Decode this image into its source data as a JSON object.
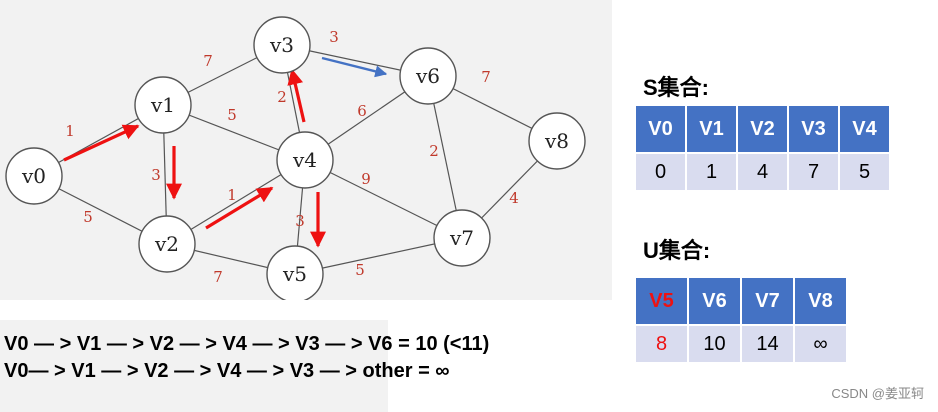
{
  "graph": {
    "nodes": [
      {
        "id": "v0",
        "label": "v0"
      },
      {
        "id": "v1",
        "label": "v1"
      },
      {
        "id": "v2",
        "label": "v2"
      },
      {
        "id": "v3",
        "label": "v3"
      },
      {
        "id": "v4",
        "label": "v4"
      },
      {
        "id": "v5",
        "label": "v5"
      },
      {
        "id": "v6",
        "label": "v6"
      },
      {
        "id": "v7",
        "label": "v7"
      },
      {
        "id": "v8",
        "label": "v8"
      }
    ],
    "edges": [
      {
        "from": "v0",
        "to": "v1",
        "weight": "1"
      },
      {
        "from": "v0",
        "to": "v2",
        "weight": "5"
      },
      {
        "from": "v1",
        "to": "v3",
        "weight": "7"
      },
      {
        "from": "v1",
        "to": "v2",
        "weight": "3"
      },
      {
        "from": "v1",
        "to": "v4",
        "weight": "5"
      },
      {
        "from": "v2",
        "to": "v4",
        "weight": "1"
      },
      {
        "from": "v2",
        "to": "v5",
        "weight": "7"
      },
      {
        "from": "v3",
        "to": "v4",
        "weight": "2"
      },
      {
        "from": "v3",
        "to": "v6",
        "weight": "3"
      },
      {
        "from": "v4",
        "to": "v6",
        "weight": "6"
      },
      {
        "from": "v4",
        "to": "v5",
        "weight": "3"
      },
      {
        "from": "v4",
        "to": "v7",
        "weight": "9"
      },
      {
        "from": "v5",
        "to": "v7",
        "weight": "5"
      },
      {
        "from": "v6",
        "to": "v7",
        "weight": "2"
      },
      {
        "from": "v6",
        "to": "v8",
        "weight": "7"
      },
      {
        "from": "v7",
        "to": "v8",
        "weight": "4"
      }
    ],
    "highlighted_path": [
      {
        "from": "v0",
        "to": "v1",
        "color": "#ee1111"
      },
      {
        "from": "v1",
        "to": "v2",
        "color": "#ee1111"
      },
      {
        "from": "v2",
        "to": "v4",
        "color": "#ee1111"
      },
      {
        "from": "v4",
        "to": "v3",
        "color": "#ee1111"
      },
      {
        "from": "v4",
        "to": "v5",
        "color": "#ee1111"
      },
      {
        "from": "v3",
        "to": "v6",
        "color": "#4472c4"
      }
    ]
  },
  "paths": {
    "line1": "V0 — > V1 — > V2 — > V4 — > V3 — > V6 = 10  (<11)",
    "line2": "V0— > V1 — > V2 — > V4 — > V3 — > other = ∞"
  },
  "s_set": {
    "title": "S集合:",
    "headers": [
      "V0",
      "V1",
      "V2",
      "V3",
      "V4"
    ],
    "values": [
      "0",
      "1",
      "4",
      "7",
      "5"
    ]
  },
  "u_set": {
    "title": "U集合:",
    "headers": [
      "V5",
      "V6",
      "V7",
      "V8"
    ],
    "values": [
      "8",
      "10",
      "14",
      "∞"
    ],
    "highlight_color": "#ee1111"
  },
  "watermark": "CSDN @姜亚轲",
  "colors": {
    "header_bg": "#4472c4",
    "cell_bg": "#d9dcef",
    "path_red": "#ee1111",
    "path_blue": "#4472c4",
    "edge_weight": "#c0392b"
  }
}
